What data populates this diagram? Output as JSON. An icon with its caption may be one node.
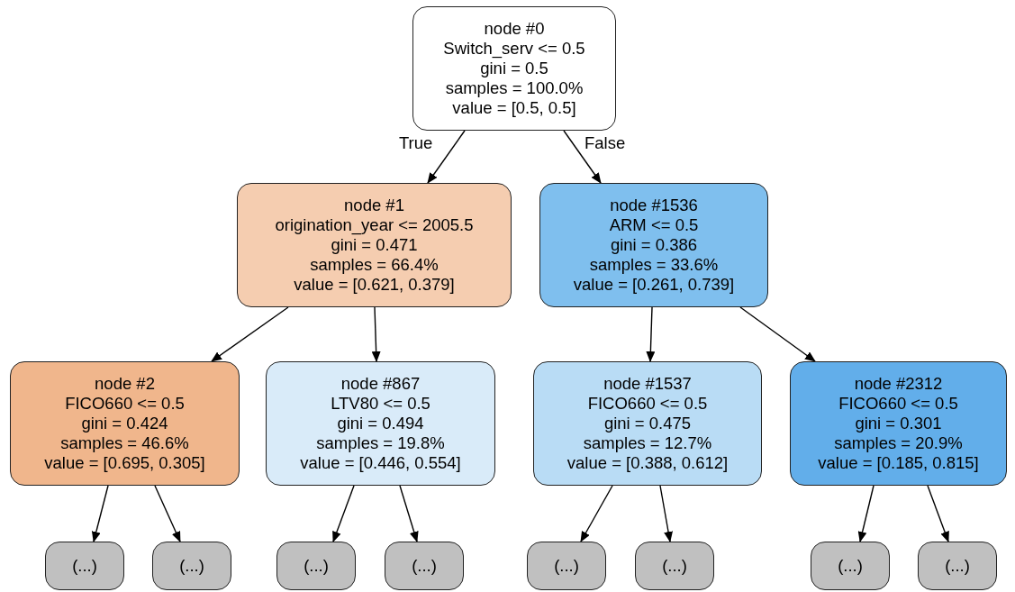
{
  "diagram": {
    "nodes": [
      {
        "text": [
          "node #0",
          "Switch_serv <= 0.5",
          "gini = 0.5",
          "samples = 100.0%",
          "value = [0.5, 0.5]"
        ]
      },
      {
        "text": [
          "node #1",
          "origination_year <= 2005.5",
          "gini = 0.471",
          "samples = 66.4%",
          "value = [0.621, 0.379]"
        ]
      },
      {
        "text": [
          "node #1536",
          "ARM <= 0.5",
          "gini = 0.386",
          "samples = 33.6%",
          "value = [0.261, 0.739]"
        ]
      },
      {
        "text": [
          "node #2",
          "FICO660 <= 0.5",
          "gini = 0.424",
          "samples = 46.6%",
          "value = [0.695, 0.305]"
        ]
      },
      {
        "text": [
          "node #867",
          "LTV80 <= 0.5",
          "gini = 0.494",
          "samples = 19.8%",
          "value = [0.446, 0.554]"
        ]
      },
      {
        "text": [
          "node #1537",
          "FICO660 <= 0.5",
          "gini = 0.475",
          "samples = 12.7%",
          "value = [0.388, 0.612]"
        ]
      },
      {
        "text": [
          "node #2312",
          "FICO660 <= 0.5",
          "gini = 0.301",
          "samples = 20.9%",
          "value = [0.185, 0.815]"
        ]
      },
      {
        "text": [
          "(...)"
        ]
      },
      {
        "text": [
          "(...)"
        ]
      },
      {
        "text": [
          "(...)"
        ]
      },
      {
        "text": [
          "(...)"
        ]
      },
      {
        "text": [
          "(...)"
        ]
      },
      {
        "text": [
          "(...)"
        ]
      },
      {
        "text": [
          "(...)"
        ]
      },
      {
        "text": [
          "(...)"
        ]
      }
    ],
    "edges": [
      {
        "from": 0,
        "to": 1,
        "arrow": "to",
        "label": "True"
      },
      {
        "from": 0,
        "to": 2,
        "arrow": "to",
        "label": "False"
      },
      {
        "from": 1,
        "to": 3,
        "arrow": "to"
      },
      {
        "from": 1,
        "to": 4,
        "arrow": "to"
      },
      {
        "from": 2,
        "to": 5,
        "arrow": "to"
      },
      {
        "from": 2,
        "to": 6,
        "arrow": "to"
      },
      {
        "from": 3,
        "to": 7,
        "arrow": "to"
      },
      {
        "from": 3,
        "to": 8,
        "arrow": "to"
      },
      {
        "from": 4,
        "to": 9,
        "arrow": "to"
      },
      {
        "from": 4,
        "to": 10,
        "arrow": "to"
      },
      {
        "from": 5,
        "to": 11,
        "arrow": "to"
      },
      {
        "from": 5,
        "to": 12,
        "arrow": "to"
      },
      {
        "from": 6,
        "to": 13,
        "arrow": "to"
      },
      {
        "from": 6,
        "to": 14,
        "arrow": "to"
      }
    ]
  }
}
